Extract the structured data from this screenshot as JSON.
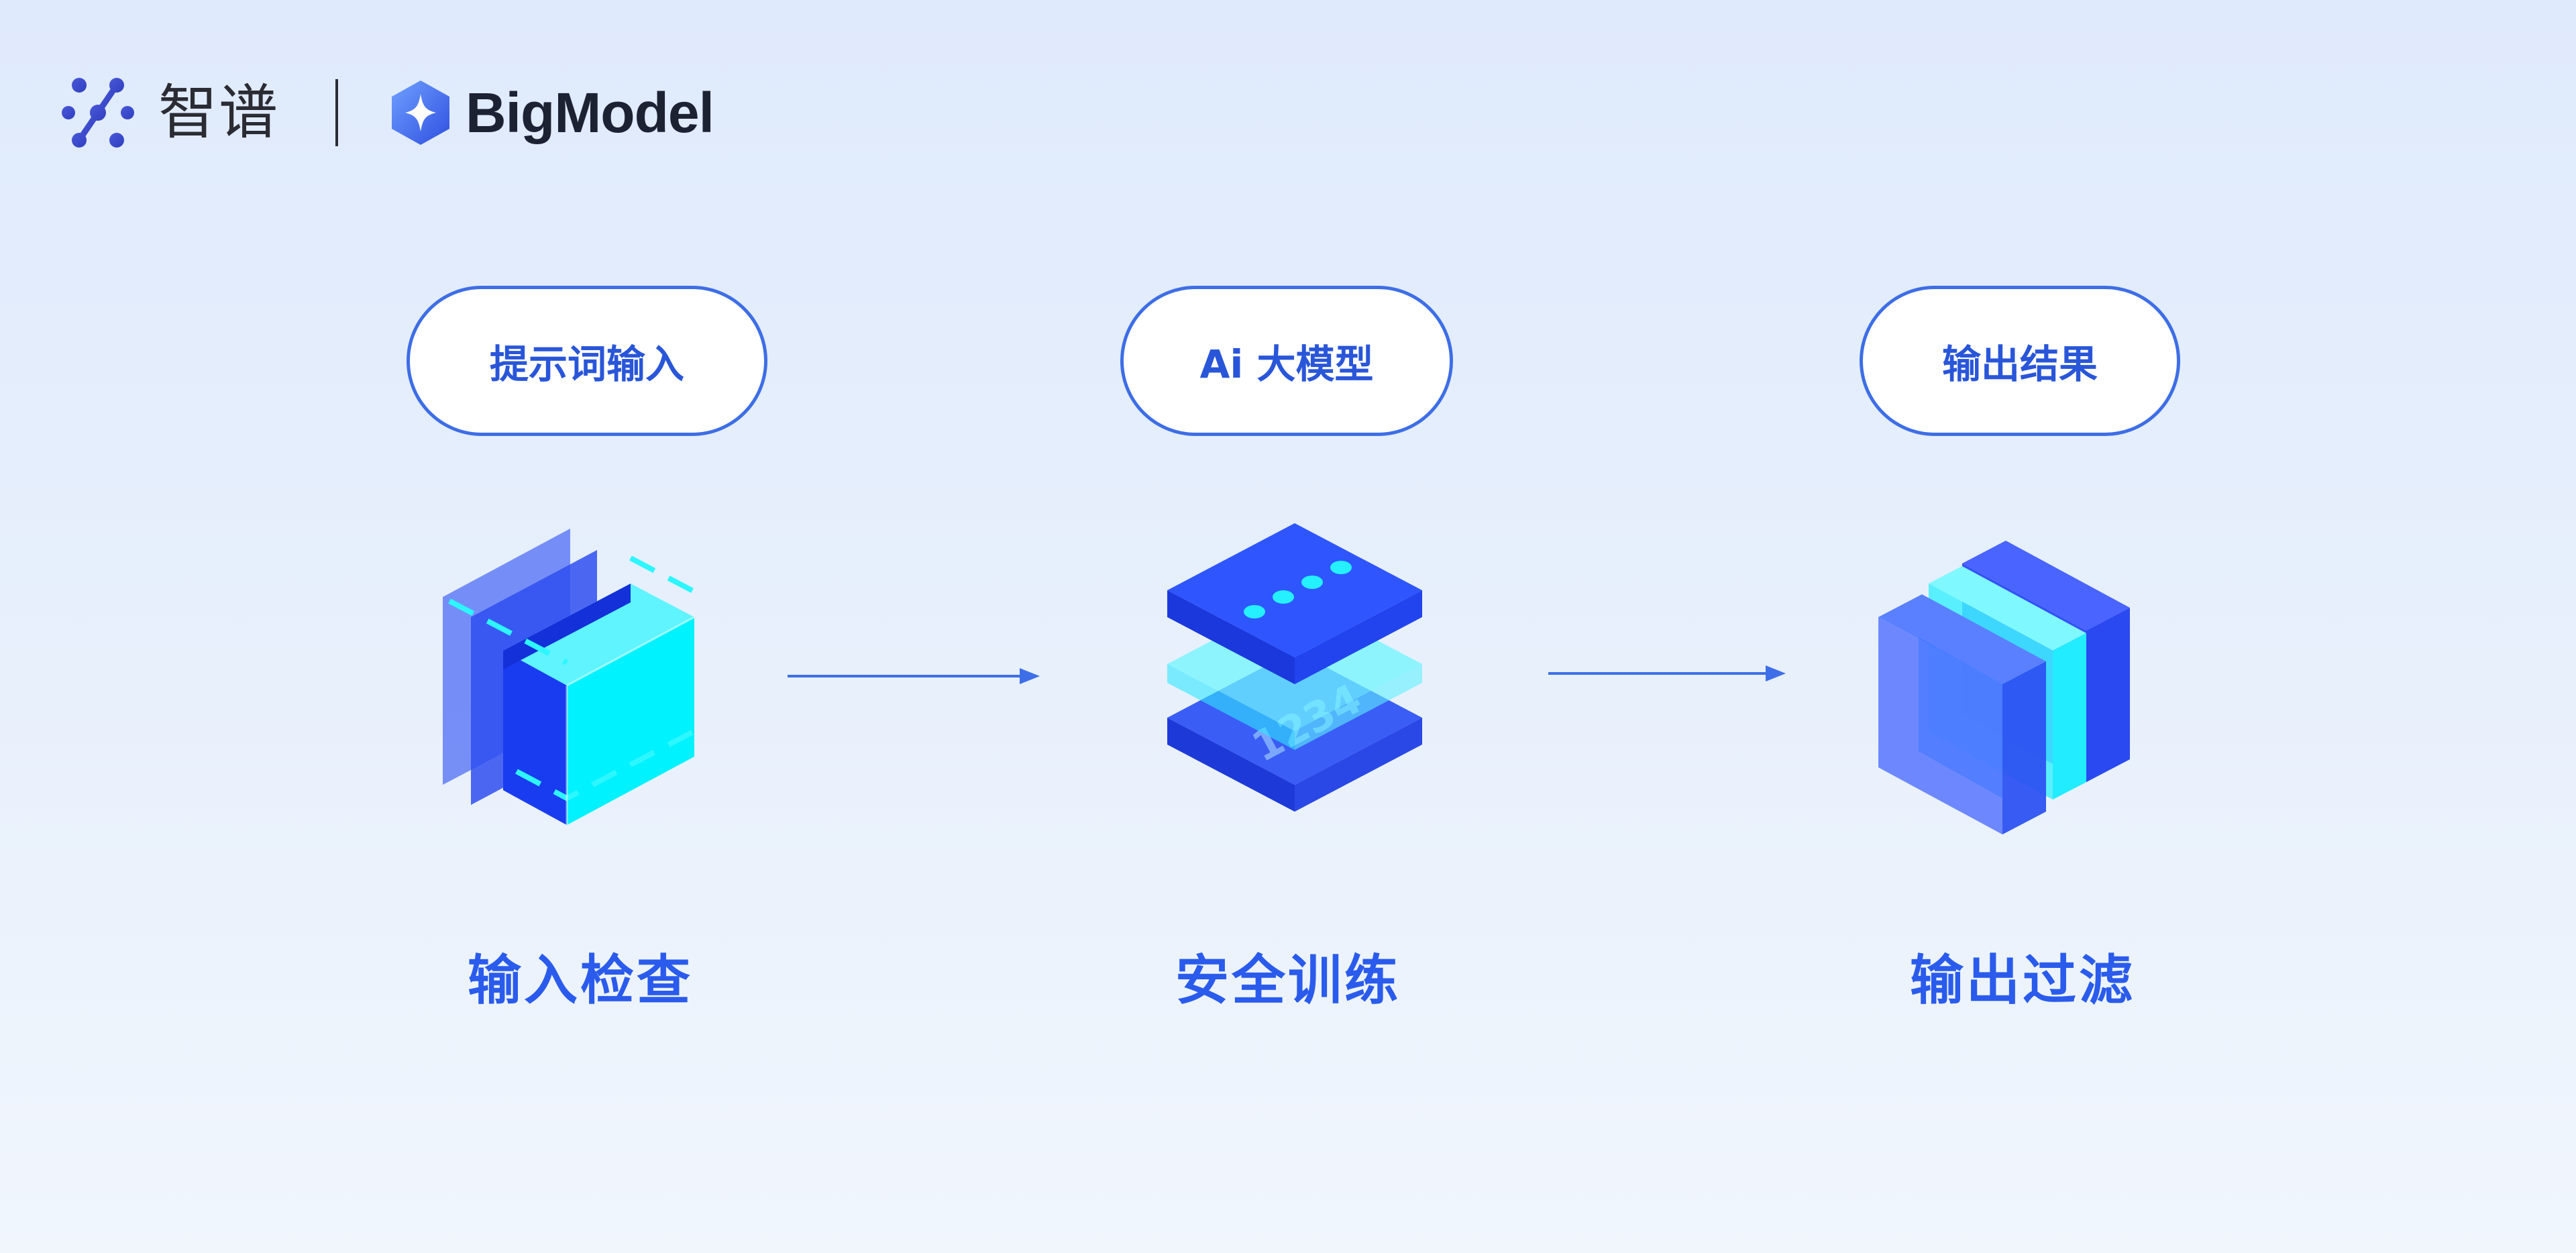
{
  "header": {
    "brand_cn": "智谱",
    "brand_en": "BigModel",
    "icons": [
      "zhipu-logo-icon",
      "bigmodel-logo-icon"
    ]
  },
  "flow": {
    "stages": [
      {
        "top_label": "提示词输入",
        "caption": "输入检查",
        "icon": "layered-cube-icon"
      },
      {
        "top_label": "Ai 大模型",
        "caption": "安全训练",
        "icon": "stacked-layers-icon"
      },
      {
        "top_label": "输出结果",
        "caption": "输出过滤",
        "icon": "filter-blocks-icon"
      }
    ],
    "stack_label": "1234"
  },
  "colors": {
    "accent_blue": "#2a5bec",
    "pill_border": "#3e6ee6",
    "cyan": "#00ffff",
    "deep_blue": "#1a3cf0",
    "background_top": "#dfeafc",
    "background_bottom": "#f1f6fd"
  }
}
